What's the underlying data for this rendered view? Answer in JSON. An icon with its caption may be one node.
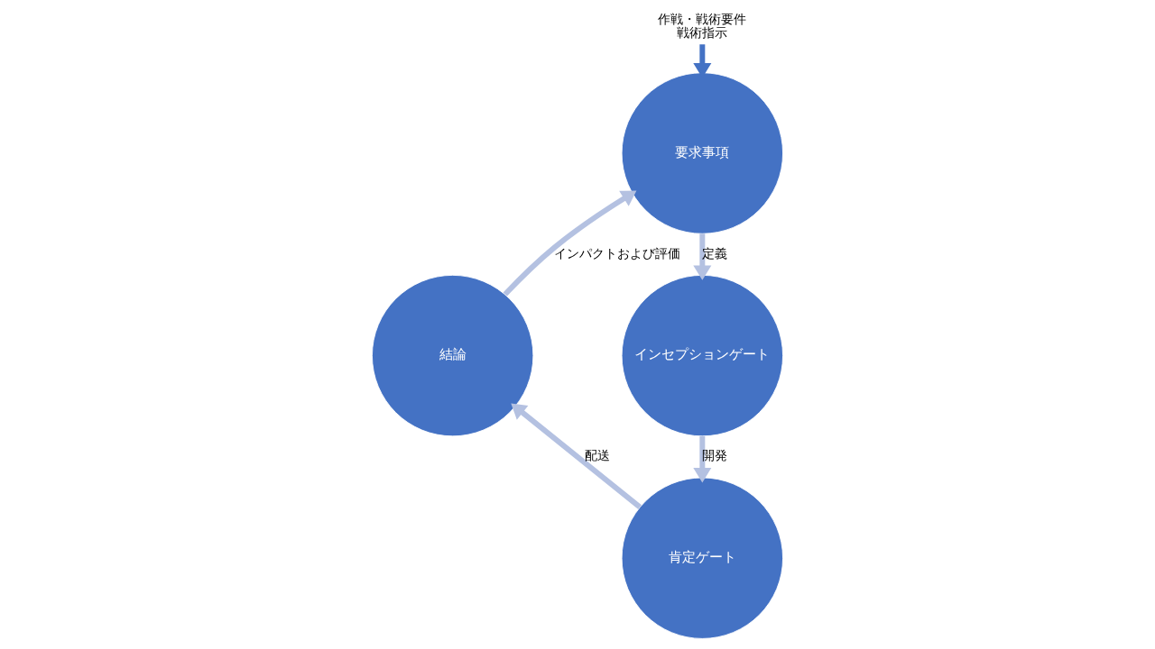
{
  "diagram": {
    "nodes": [
      {
        "text": [
          "作戦・戦術要件",
          "戦術指示"
        ]
      },
      {
        "text": [
          "要求事項"
        ]
      },
      {
        "text": [
          "インセプションゲート"
        ]
      },
      {
        "text": [
          "肯定ゲート"
        ]
      },
      {
        "text": [
          "結論"
        ]
      }
    ],
    "edges": [
      {
        "from": 0,
        "to": 1,
        "arrow": "to",
        "color": "#4472c4"
      },
      {
        "from": 1,
        "to": 2,
        "arrow": "to",
        "label": "定義"
      },
      {
        "from": 2,
        "to": 3,
        "arrow": "to",
        "label": "開発"
      },
      {
        "from": 3,
        "to": 4,
        "arrow": "to",
        "label": "配送"
      },
      {
        "from": 4,
        "to": 1,
        "arrow": "to",
        "label": "インパクトおよび評価"
      }
    ]
  }
}
